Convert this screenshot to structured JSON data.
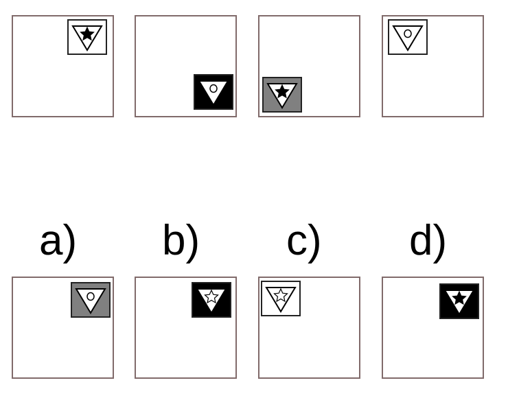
{
  "colors": {
    "panel_border": "#806a6a",
    "white": "#ffffff",
    "black": "#000000",
    "gray": "#808080",
    "outline": "#222222"
  },
  "sequence": [
    {
      "position": "top-right",
      "fill": "white",
      "symbol": "star",
      "symbol_fill": "black"
    },
    {
      "position": "bottom-right",
      "fill": "black",
      "symbol": "circle",
      "symbol_fill": "white"
    },
    {
      "position": "bottom-left",
      "fill": "gray",
      "symbol": "star",
      "symbol_fill": "black"
    },
    {
      "position": "top-left",
      "fill": "white",
      "symbol": "circle",
      "symbol_fill": "white"
    }
  ],
  "options": [
    {
      "label": "a)",
      "position": "top-right",
      "fill": "gray",
      "symbol": "circle",
      "symbol_fill": "white"
    },
    {
      "label": "b)",
      "position": "top-right",
      "fill": "black",
      "symbol": "star",
      "symbol_fill": "white"
    },
    {
      "label": "c)",
      "position": "top-left",
      "fill": "white",
      "symbol": "star",
      "symbol_fill": "white"
    },
    {
      "label": "d)",
      "position": "top-right",
      "fill": "black",
      "symbol": "star",
      "symbol_fill": "black"
    }
  ]
}
